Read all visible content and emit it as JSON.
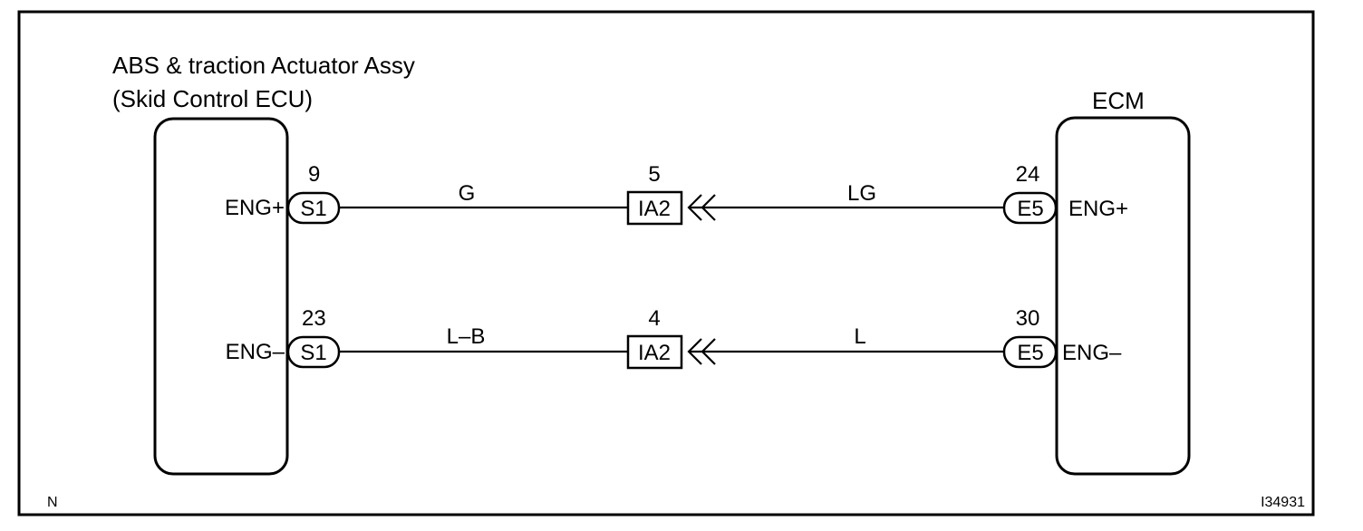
{
  "left_component": {
    "title_line1": "ABS & traction Actuator Assy",
    "title_line2": "(Skid Control ECU)"
  },
  "right_component": {
    "title": "ECM"
  },
  "circuits": [
    {
      "left_pin": "9",
      "left_connector": "S1",
      "left_terminal": "ENG+",
      "left_wire": "G",
      "junction_pin": "5",
      "junction_connector": "IA2",
      "right_wire": "LG",
      "right_pin": "24",
      "right_connector": "E5",
      "right_terminal": "ENG+"
    },
    {
      "left_pin": "23",
      "left_connector": "S1",
      "left_terminal": "ENG–",
      "left_wire": "L–B",
      "junction_pin": "4",
      "junction_connector": "IA2",
      "right_wire": "L",
      "right_pin": "30",
      "right_connector": "E5",
      "right_terminal": "ENG–"
    }
  ],
  "footer": {
    "left_code": "N",
    "figure_id": "I34931"
  }
}
